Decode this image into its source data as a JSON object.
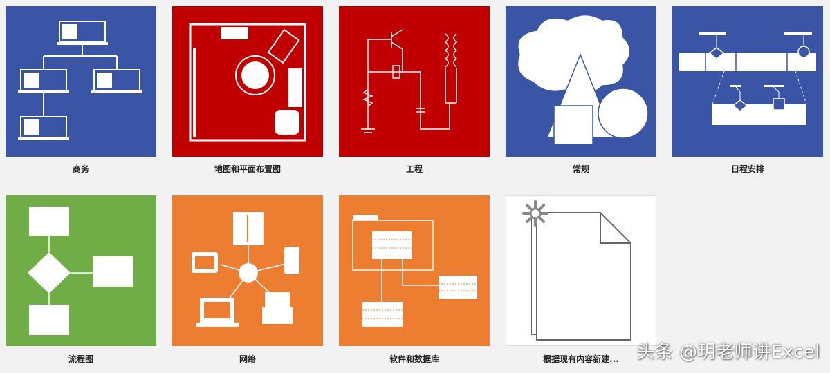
{
  "colors": {
    "blue": "#3a55a5",
    "red": "#c00000",
    "green": "#70ad47",
    "orange": "#ed7d31",
    "white_tile": "#ffffff",
    "background": "#f2f2f2"
  },
  "templates": [
    {
      "label": "商务",
      "icon": "org-chart-icon"
    },
    {
      "label": "地图和平面布置图",
      "icon": "floor-plan-icon"
    },
    {
      "label": "工程",
      "icon": "circuit-icon"
    },
    {
      "label": "常规",
      "icon": "basic-shapes-icon"
    },
    {
      "label": "日程安排",
      "icon": "timeline-icon"
    },
    {
      "label": "流程图",
      "icon": "flowchart-icon"
    },
    {
      "label": "网络",
      "icon": "network-icon"
    },
    {
      "label": "软件和数据库",
      "icon": "database-icon"
    },
    {
      "label": "根据现有内容新建...",
      "icon": "new-from-existing-icon"
    }
  ],
  "watermark": "头条 @玥老师讲Excel"
}
